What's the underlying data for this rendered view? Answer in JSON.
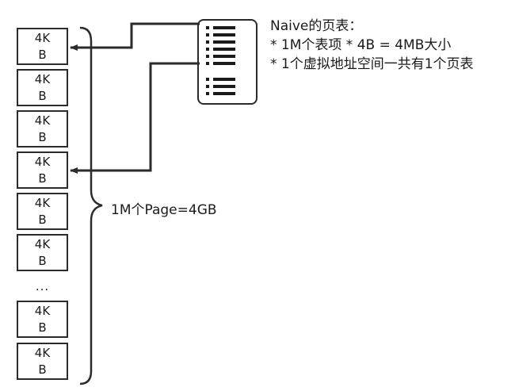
{
  "pages": [
    {
      "line1": "4K",
      "line2": "B"
    },
    {
      "line1": "4K",
      "line2": "B"
    },
    {
      "line1": "4K",
      "line2": "B"
    },
    {
      "line1": "4K",
      "line2": "B"
    },
    {
      "line1": "4K",
      "line2": "B"
    },
    {
      "line1": "4K",
      "line2": "B"
    },
    {
      "line1": "4K",
      "line2": "B"
    },
    {
      "line1": "4K",
      "line2": "B"
    }
  ],
  "ellipsis": "...",
  "brace_label": "1M个Page=4GB",
  "description": {
    "title": "Naive的页表：",
    "line1": "* 1M个表项 * 4B = 4MB大小",
    "line2": "* 1个虚拟地址空间一共有1个页表"
  },
  "colors": {
    "stroke": "#2b2b2b",
    "text": "#1a1a1a",
    "background": "#ffffff"
  }
}
